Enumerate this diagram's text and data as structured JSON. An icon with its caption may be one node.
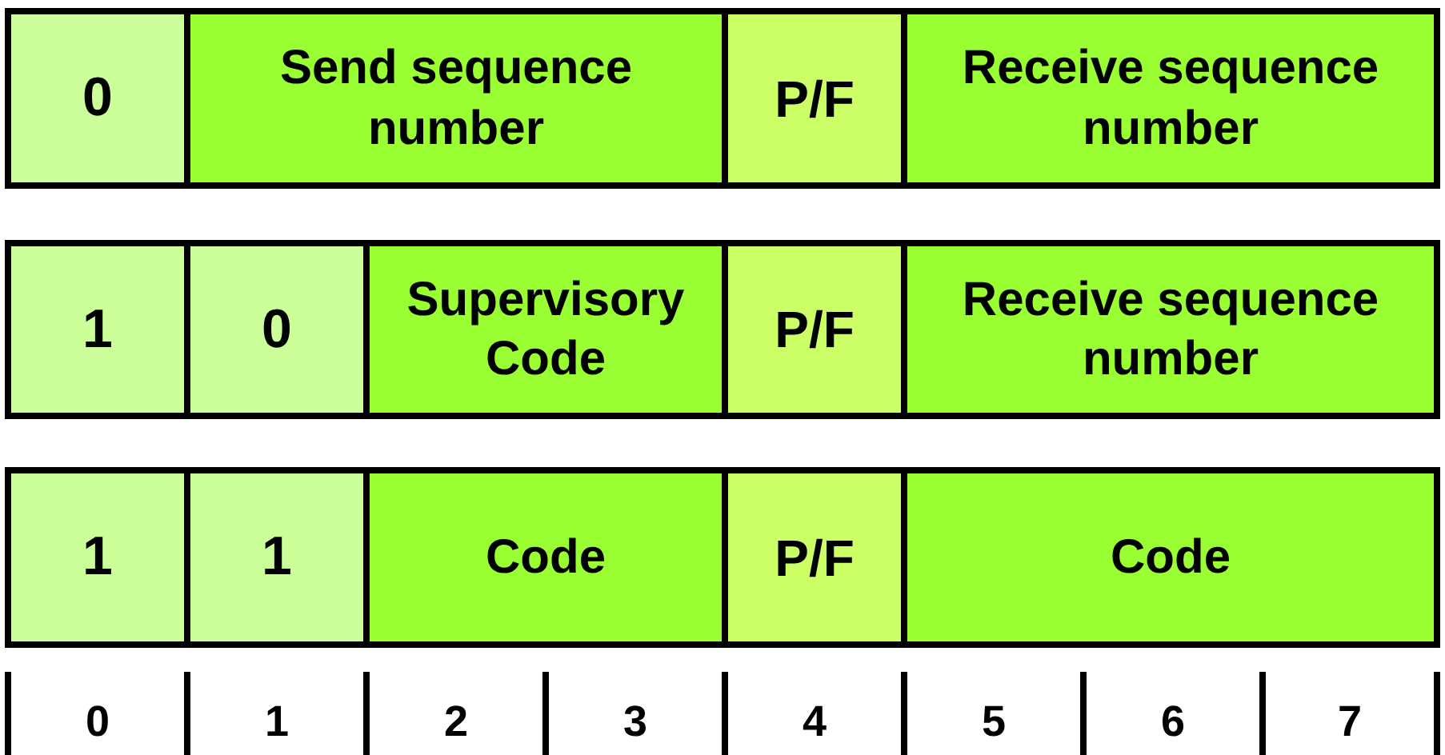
{
  "diagram": {
    "nodes": [
      {
        "text": [
          "0"
        ]
      },
      {
        "text": [
          "Send sequence number"
        ]
      },
      {
        "text": [
          "P/F"
        ]
      },
      {
        "text": [
          "Receive sequence number"
        ]
      },
      {
        "text": [
          "1"
        ]
      },
      {
        "text": [
          "0"
        ]
      },
      {
        "text": [
          "Supervisory Code"
        ]
      },
      {
        "text": [
          "P/F"
        ]
      },
      {
        "text": [
          "Receive sequence number"
        ]
      },
      {
        "text": [
          "1"
        ]
      },
      {
        "text": [
          "1"
        ]
      },
      {
        "text": [
          "Code"
        ]
      },
      {
        "text": [
          "P/F"
        ]
      },
      {
        "text": [
          "Code"
        ]
      }
    ],
    "labels": [
      "0",
      "1",
      "2",
      "3",
      "4",
      "5",
      "6",
      "7"
    ]
  }
}
